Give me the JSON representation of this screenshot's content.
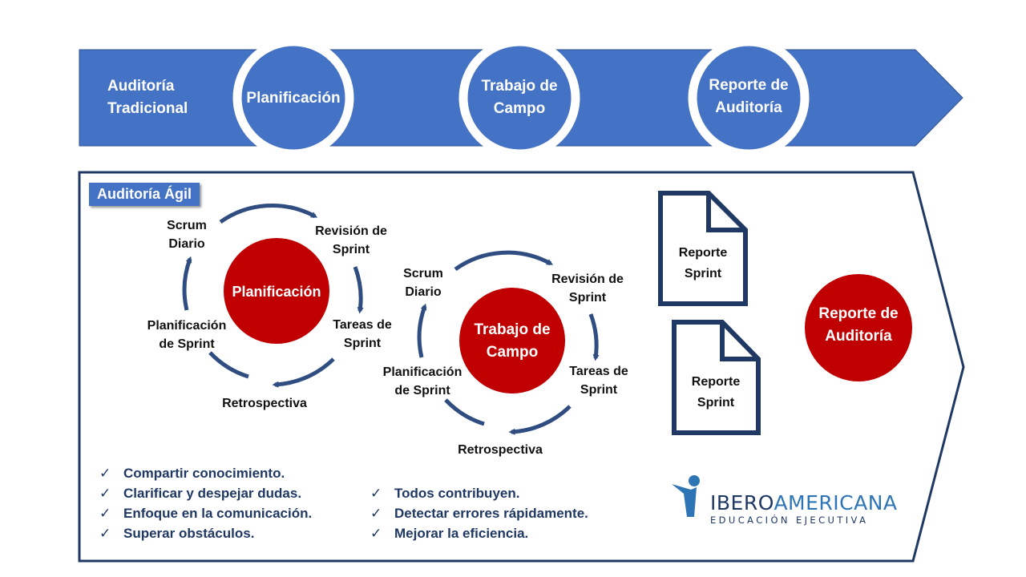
{
  "traditional": {
    "label": "Auditoría Tradicional",
    "stages": [
      "Planificación",
      "Trabajo de Campo",
      "Reporte de Auditoría"
    ]
  },
  "agile": {
    "badge": "Auditoría Ágil",
    "cycle1": {
      "center": "Planificación",
      "labels": [
        "Scrum Diario",
        "Revisión de Sprint",
        "Tareas de Sprint",
        "Retrospectiva",
        "Planificación de Sprint"
      ]
    },
    "cycle2": {
      "center": "Trabajo de Campo",
      "labels": [
        "Scrum Diario",
        "Revisión de Sprint",
        "Tareas de Sprint",
        "Retrospectiva",
        "Planificación de Sprint"
      ]
    },
    "documents": [
      "Reporte Sprint",
      "Reporte Sprint"
    ],
    "final": "Reporte de Auditoría"
  },
  "benefits_left": [
    "Compartir conocimiento.",
    "Clarificar y despejar dudas.",
    "Enfoque en la comunicación.",
    "Superar obstáculos."
  ],
  "benefits_right": [
    "Todos contribuyen.",
    "Detectar errores rápidamente.",
    "Mejorar la eficiencia."
  ],
  "logo": {
    "main_a": "IBERO",
    "main_b": "AMERICANA",
    "sub": "EDUCACIÓN EJECUTIVA"
  },
  "colors": {
    "blue": "#4472c4",
    "navy": "#2f4d80",
    "red": "#c00000",
    "border": "#1f3864"
  }
}
